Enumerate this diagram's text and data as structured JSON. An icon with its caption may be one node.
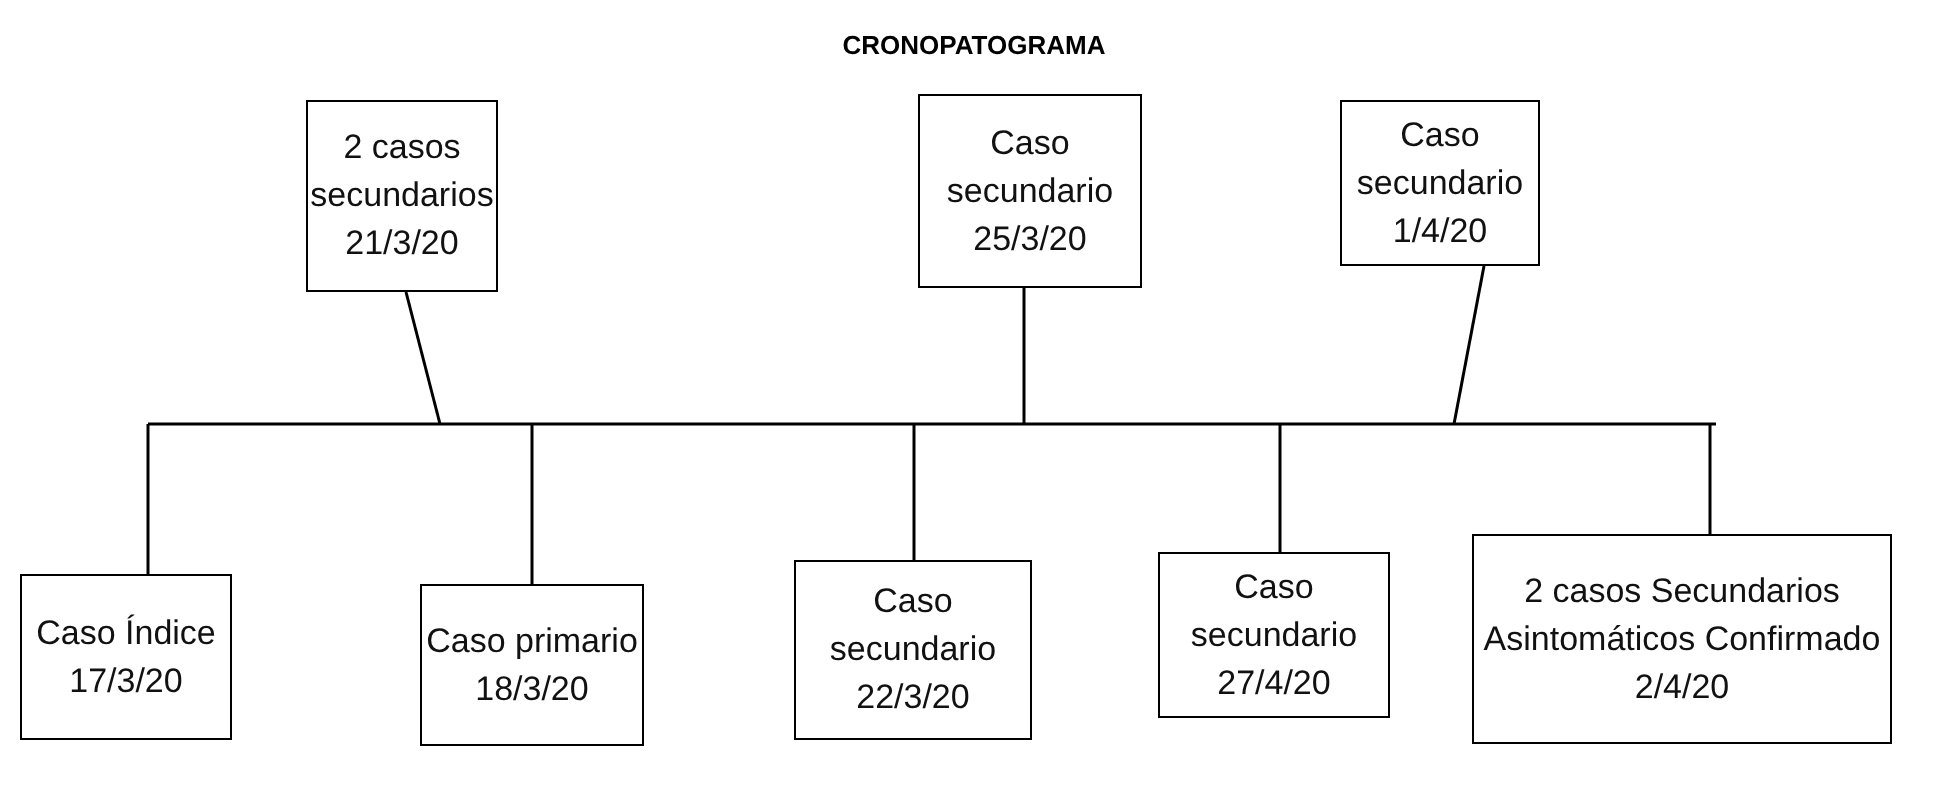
{
  "diagram": {
    "title": "CRONOPATOGRAMA",
    "nodes": [
      {
        "text": [
          "2 casos secundarios 21/3/20"
        ]
      },
      {
        "text": [
          "Caso secundario 25/3/20"
        ]
      },
      {
        "text": [
          "Caso secundario 1/4/20"
        ]
      },
      {
        "text": [
          "Caso Índice 17/3/20"
        ]
      },
      {
        "text": [
          "Caso primario 18/3/20"
        ]
      },
      {
        "text": [
          "Caso secundario 22/3/20"
        ]
      },
      {
        "text": [
          "Caso secundario 27/4/20"
        ]
      },
      {
        "text": [
          "2 casos Secundarios Asintomáticos Confirmado 2/4/20"
        ]
      }
    ],
    "edges": [
      {
        "from": 0,
        "to": null,
        "arrow": "none"
      },
      {
        "from": 1,
        "to": null,
        "arrow": "none"
      },
      {
        "from": 2,
        "to": null,
        "arrow": "none"
      },
      {
        "from": 3,
        "to": null,
        "arrow": "none"
      },
      {
        "from": 4,
        "to": null,
        "arrow": "none"
      },
      {
        "from": 5,
        "to": null,
        "arrow": "none"
      },
      {
        "from": 6,
        "to": null,
        "arrow": "none"
      },
      {
        "from": 7,
        "to": null,
        "arrow": "none"
      }
    ]
  }
}
